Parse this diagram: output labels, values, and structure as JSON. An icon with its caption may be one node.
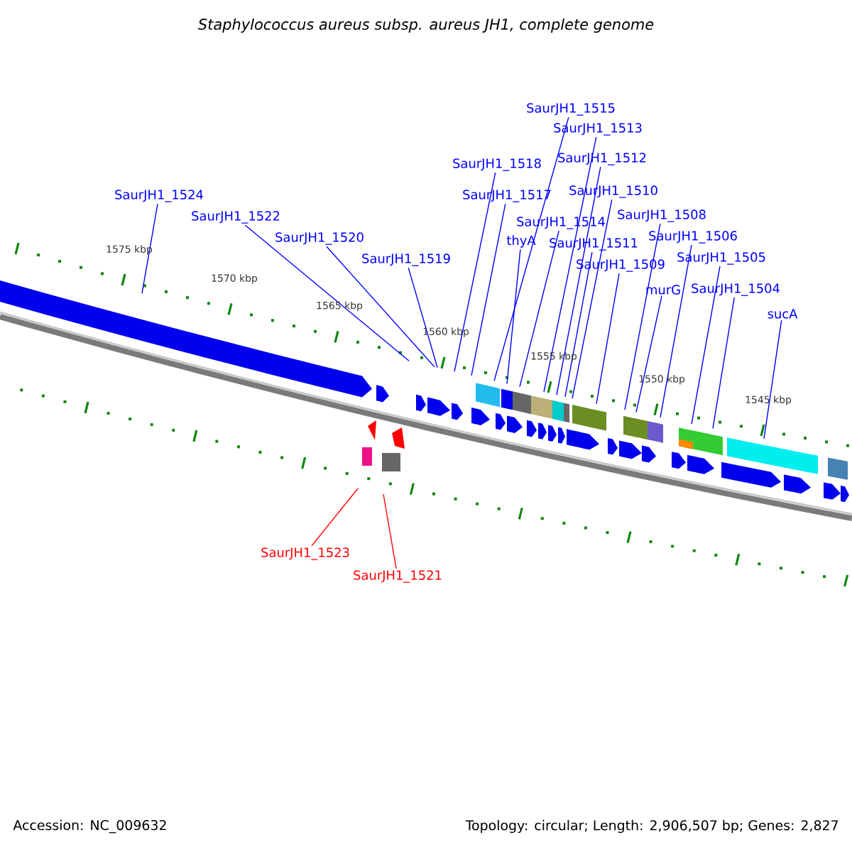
{
  "diagram": {
    "title": "Staphylococcus aureus subsp. aureus JH1, complete genome",
    "nodes": [
      {
        "text": [
          "SaurJH1_1515"
        ]
      },
      {
        "text": [
          "SaurJH1_1513"
        ]
      },
      {
        "text": [
          "SaurJH1_1512"
        ]
      },
      {
        "text": [
          "SaurJH1_1518"
        ]
      },
      {
        "text": [
          "SaurJH1_1510"
        ]
      },
      {
        "text": [
          "SaurJH1_1517"
        ]
      },
      {
        "text": [
          "SaurJH1_1524"
        ]
      },
      {
        "text": [
          "SaurJH1_1508"
        ]
      },
      {
        "text": [
          "SaurJH1_1522"
        ]
      },
      {
        "text": [
          "SaurJH1_1514"
        ]
      },
      {
        "text": [
          "SaurJH1_1506"
        ]
      },
      {
        "text": [
          "SaurJH1_1520"
        ]
      },
      {
        "text": [
          "thyA"
        ]
      },
      {
        "text": [
          "SaurJH1_1511"
        ]
      },
      {
        "text": [
          "SaurJH1_1505"
        ]
      },
      {
        "text": [
          "SaurJH1_1509"
        ]
      },
      {
        "text": [
          "SaurJH1_1519"
        ]
      },
      {
        "text": [
          "murG"
        ]
      },
      {
        "text": [
          "SaurJH1_1504"
        ]
      },
      {
        "text": [
          "sucA"
        ]
      },
      {
        "text": [
          "SaurJH1_1523"
        ]
      },
      {
        "text": [
          "SaurJH1_1521"
        ]
      }
    ],
    "edges": [
      {
        "from": 0,
        "to": null,
        "arrow": "none"
      },
      {
        "from": 1,
        "to": null,
        "arrow": "none"
      },
      {
        "from": 2,
        "to": null,
        "arrow": "none"
      },
      {
        "from": 3,
        "to": null,
        "arrow": "none"
      },
      {
        "from": 4,
        "to": null,
        "arrow": "none"
      },
      {
        "from": 5,
        "to": null,
        "arrow": "none"
      },
      {
        "from": 6,
        "to": null,
        "arrow": "none"
      },
      {
        "from": 7,
        "to": null,
        "arrow": "none"
      },
      {
        "from": 8,
        "to": null,
        "arrow": "none"
      },
      {
        "from": 9,
        "to": null,
        "arrow": "none"
      },
      {
        "from": 10,
        "to": null,
        "arrow": "none"
      },
      {
        "from": 11,
        "to": null,
        "arrow": "none"
      },
      {
        "from": 12,
        "to": null,
        "arrow": "none"
      },
      {
        "from": 13,
        "to": null,
        "arrow": "none"
      },
      {
        "from": 14,
        "to": null,
        "arrow": "none"
      },
      {
        "from": 15,
        "to": null,
        "arrow": "none"
      },
      {
        "from": 16,
        "to": null,
        "arrow": "none"
      },
      {
        "from": 17,
        "to": null,
        "arrow": "none"
      },
      {
        "from": 18,
        "to": null,
        "arrow": "none"
      },
      {
        "from": 19,
        "to": null,
        "arrow": "none"
      },
      {
        "from": 20,
        "to": null,
        "arrow": "none",
        "color": "#ff0000"
      },
      {
        "from": 21,
        "to": null,
        "arrow": "none",
        "color": "#ff0000"
      }
    ],
    "labels": [
      "1575 kbp",
      "1570 kbp",
      "1565 kbp",
      "1560 kbp",
      "1555 kbp",
      "1550 kbp",
      "1545 kbp",
      "Accession: NC_009632",
      "Topology: circular; Length: 2,906,507 bp; Genes: 2,827"
    ]
  }
}
